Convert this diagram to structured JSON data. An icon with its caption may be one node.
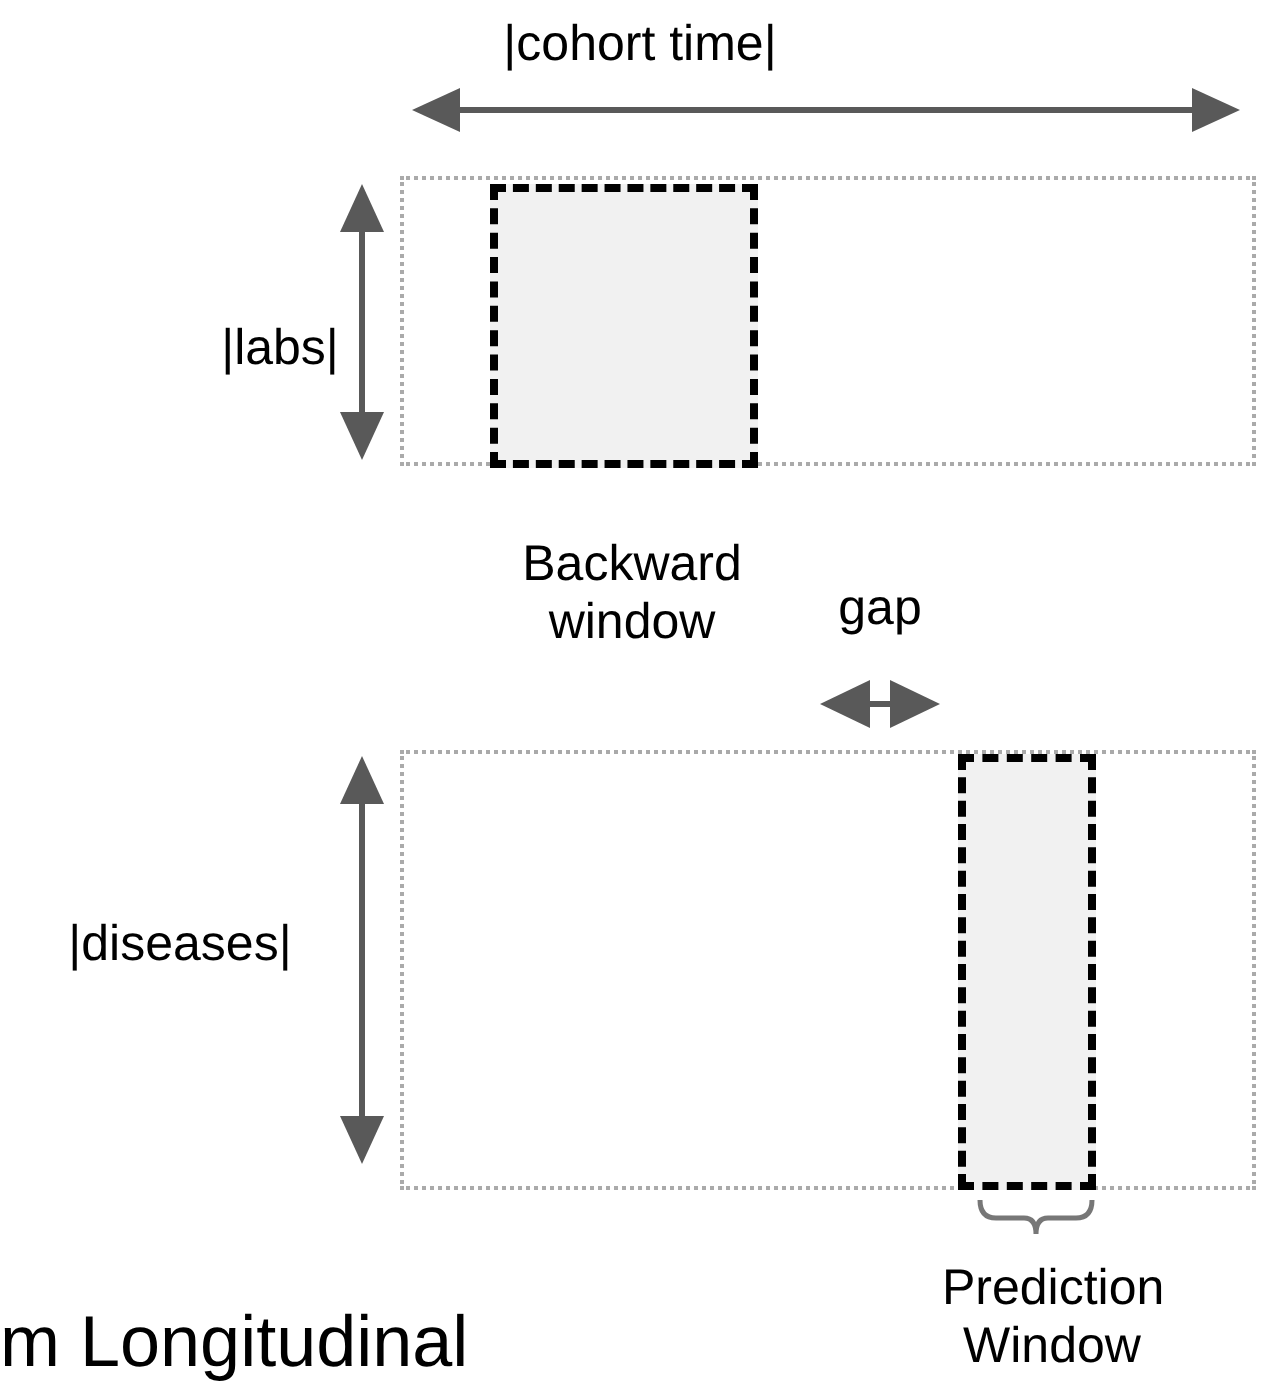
{
  "diagram": {
    "nodes": [
      {
        "text": [],
        "shape": "box"
      },
      {
        "text": [
          "Backward window"
        ],
        "in": 0
      },
      {
        "text": [],
        "shape": "box"
      },
      {
        "text": [
          "Prediction Window"
        ],
        "in": 2
      }
    ],
    "edges": [],
    "labels": [
      "|cohort time|",
      "|labs|",
      "gap",
      "|diseases|",
      "m Longitudinal"
    ]
  }
}
